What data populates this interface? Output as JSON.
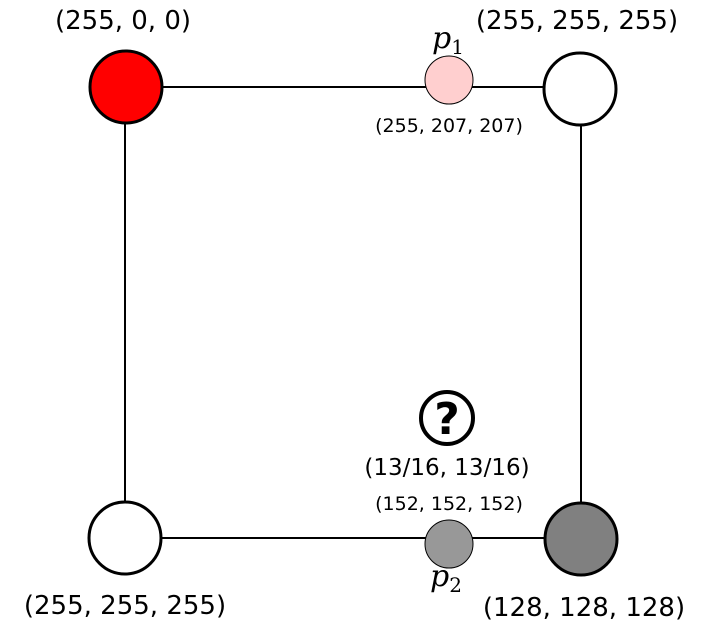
{
  "corners": {
    "top_left": {
      "label": "(255, 0, 0)",
      "color": "#ff0000"
    },
    "top_right": {
      "label": "(255, 255, 255)",
      "color": "#ffffff"
    },
    "bottom_left": {
      "label": "(255, 255, 255)",
      "color": "#ffffff"
    },
    "bottom_right": {
      "label": "(128, 128, 128)",
      "color": "#808080"
    }
  },
  "points": {
    "p1": {
      "symbol": "p",
      "subscript": "1",
      "value": "(255, 207, 207)",
      "color": "#ffcfcf"
    },
    "p2": {
      "symbol": "p",
      "subscript": "2",
      "value": "(152, 152, 152)",
      "color": "#989898"
    }
  },
  "query": {
    "symbol": "?",
    "coords": "(13/16, 13/16)"
  }
}
